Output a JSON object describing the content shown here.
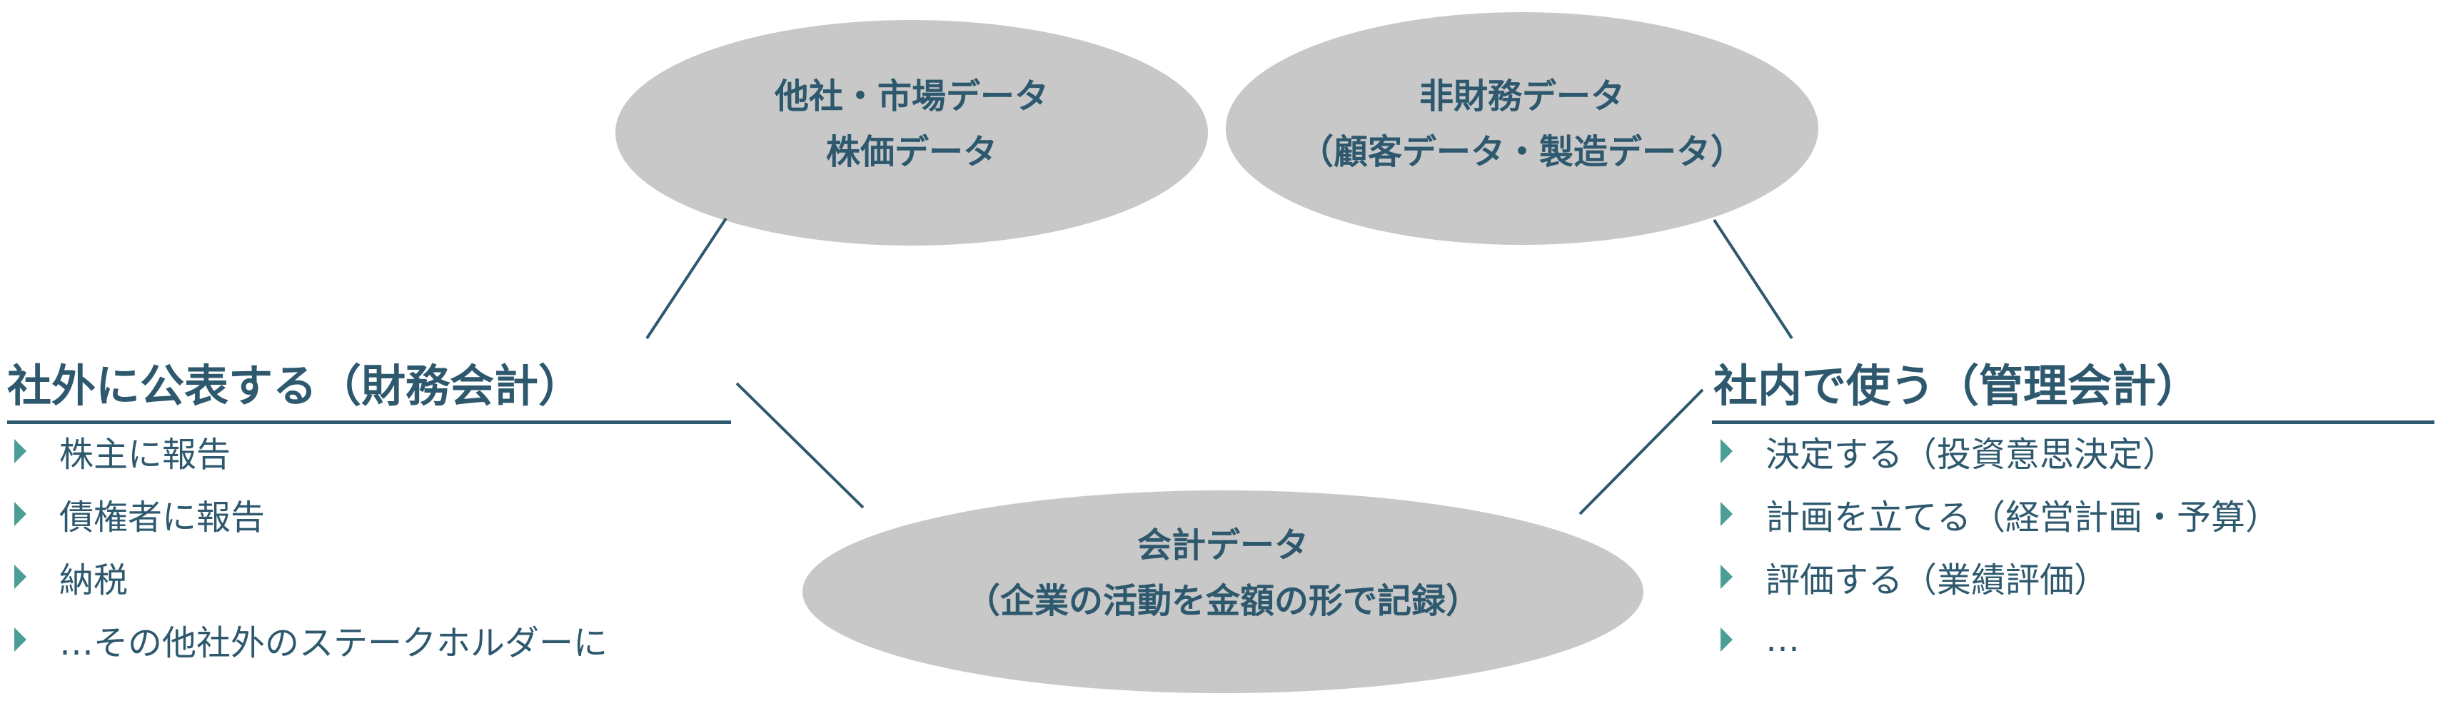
{
  "ellipses": {
    "top_left": {
      "line1": "他社・市場データ",
      "line2": "株価データ"
    },
    "top_right": {
      "line1": "非財務データ",
      "line2": "（顧客データ・製造データ）"
    },
    "bottom": {
      "line1": "会計データ",
      "line2": "（企業の活動を金額の形で記録）"
    }
  },
  "left_section": {
    "heading": "社外に公表する（財務会計）",
    "items": [
      "株主に報告",
      "債権者に報告",
      "納税",
      "…その他社外のステークホルダーに"
    ]
  },
  "right_section": {
    "heading": "社内で使う（管理会計）",
    "items": [
      "決定する（投資意思決定）",
      "計画を立てる（経営計画・予算）",
      "評価する（業績評価）",
      "…"
    ]
  },
  "colors": {
    "ellipse": "#c8c8c8",
    "text": "#2d586d",
    "bullet": "#4a9e96"
  }
}
